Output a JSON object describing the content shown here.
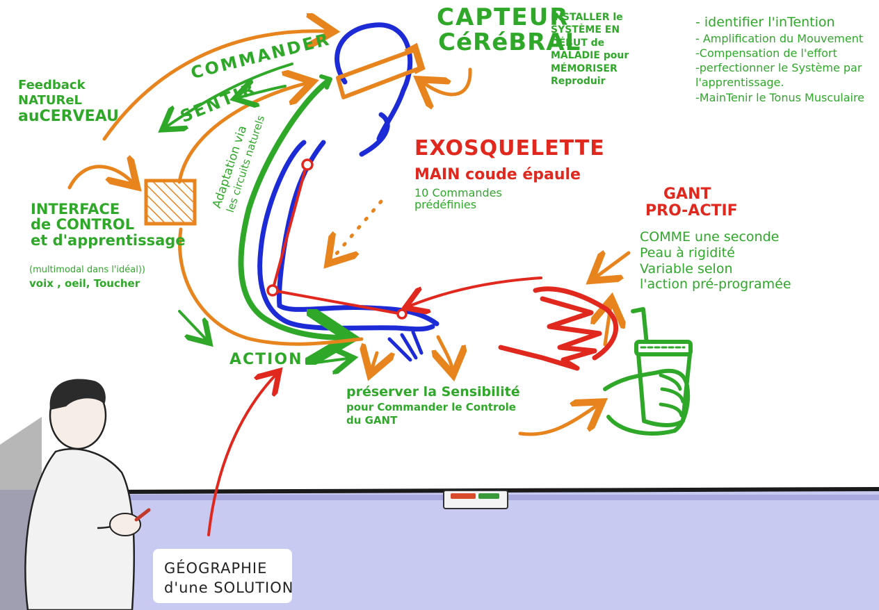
{
  "colors": {
    "green": "#2fa82a",
    "orange": "#e8841e",
    "blue": "#1d2bd6",
    "red": "#e0281e",
    "board_tray": "#c9caf2",
    "ink": "#222222"
  },
  "texts": {
    "capteur_title_1": "CAPTEUR",
    "capteur_title_2": "CéRéBRAL",
    "capteur_notes": [
      "INSTALLER le",
      "SYSTÈME EN",
      "DÉBUT de",
      "MALADIE pour",
      "MÉMORISER",
      "Reproduir"
    ],
    "objectives": [
      "- identifier l'inTention",
      "- Amplification du Mouvement",
      "-Compensation de l'effort",
      "-perfectionner le Système par",
      "l'apprentissage.",
      "-MainTenir le Tonus Musculaire"
    ],
    "feedback": [
      "Feedback",
      "NATUReL",
      "auCERVEAU"
    ],
    "commander": "COMMANDER",
    "sentir": "SENTIR",
    "adaptation": [
      "Adaptation via",
      "les circuits naturels"
    ],
    "exo_title": "EXOSQUELETTE",
    "exo_sub": "MAIN coude épaule",
    "exo_cmds": [
      "10 Commandes",
      "prédéfinies"
    ],
    "gant_title": [
      "GANT",
      "PRO-ACTIF"
    ],
    "gant_desc": [
      "COMME une seconde",
      "Peau à rigidité",
      "Variable selon",
      "l'action pré-programée"
    ],
    "interface_title": [
      "INTERFACE",
      "de CONTROL",
      "et d'apprentissage"
    ],
    "interface_sub": [
      "(multimodal dans l'idéal))",
      "voix , oeil, Toucher"
    ],
    "action": "ACTION",
    "preserver": [
      "préserver la Sensibilité",
      "pour Commander le Controle",
      "du GANT"
    ],
    "geographie": [
      "GÉOGRAPHIE",
      "d'une SOLUTION"
    ]
  },
  "icons": [
    "head-sensor-icon",
    "interface-box-icon",
    "arm-icon",
    "exoskeleton-icon",
    "glove-hand-icon",
    "cup-hand-icon",
    "presenter-figure",
    "marker-tray-icon"
  ]
}
